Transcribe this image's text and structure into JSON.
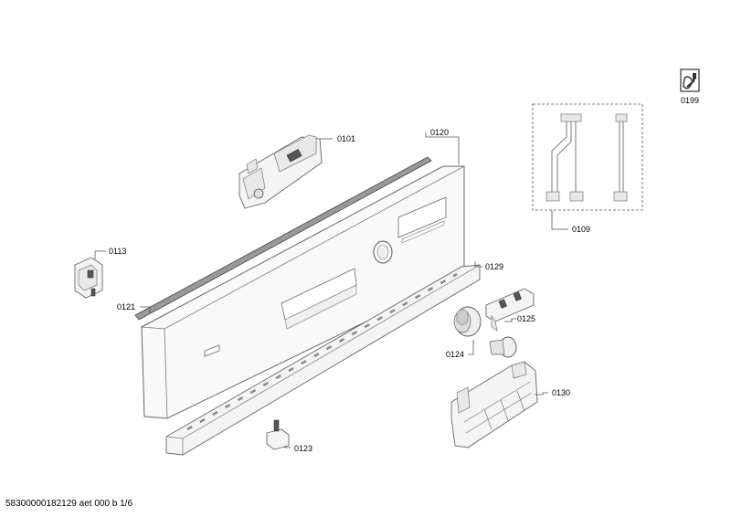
{
  "diagram": {
    "tool_icon_code": "0199",
    "parts": {
      "p0101": "0101",
      "p0120": "0120",
      "p0109": "0109",
      "p0113": "0113",
      "p0121": "0121",
      "p0129": "0129",
      "p0125": "0125",
      "p0124": "0124",
      "p0130": "0130",
      "p0123": "0123"
    }
  },
  "footer": {
    "doc_id": "58300000182129 aet 000 b 1/6"
  }
}
